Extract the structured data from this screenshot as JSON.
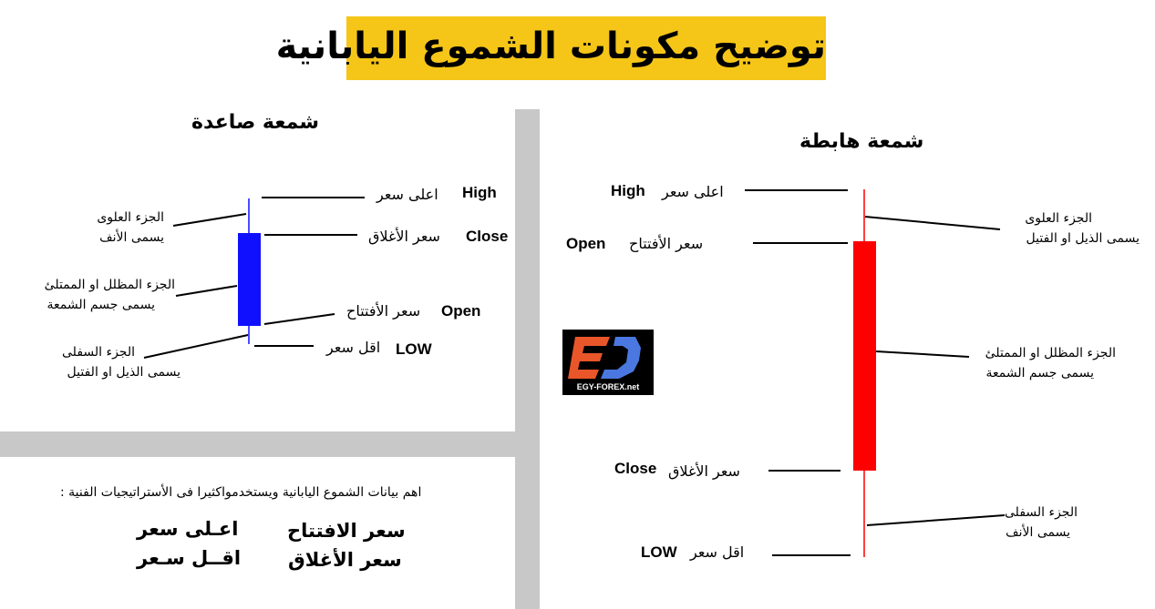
{
  "title": "توضيح مكونات الشموع اليابانية",
  "colors": {
    "title_bg": "#f5c518",
    "bullish_body": "#1010ff",
    "bearish_body": "#ff0000",
    "divider": "#c8c8c8"
  },
  "bullish": {
    "heading": "شمعة صاعدة",
    "high": {
      "en": "High",
      "ar": "اعلى سعر"
    },
    "close": {
      "en": "Close",
      "ar": "سعر الأغلاق"
    },
    "open": {
      "en": "Open",
      "ar": "سعر الأفتتاح"
    },
    "low": {
      "en": "LOW",
      "ar": "اقل سعر"
    },
    "upper_part": {
      "line1": "الجزء العلوى",
      "line2": "يسمى الأنف"
    },
    "body_part": {
      "line1": "الجزء المظلل او الممتلئ",
      "line2": "يسمى جسم الشمعة"
    },
    "lower_part": {
      "line1": "الجزء السفلى",
      "line2": "يسمى الذيل او الفتيل"
    }
  },
  "bearish": {
    "heading": "شمعة هابطة",
    "high": {
      "en": "High",
      "ar": "اعلى سعر"
    },
    "open": {
      "en": "Open",
      "ar": "سعر الأفتتاح"
    },
    "close": {
      "en": "Close",
      "ar": "سعر الأغلاق"
    },
    "low": {
      "en": "LOW",
      "ar": "اقل سعر"
    },
    "upper_part": {
      "line1": "الجزء العلوى",
      "line2": "يسمى الذيل او الفتيل"
    },
    "body_part": {
      "line1": "الجزء المظلل او الممتلئ",
      "line2": "يسمى جسم الشمعة"
    },
    "lower_part": {
      "line1": "الجزء السفلى",
      "line2": "يسمى الأنف"
    }
  },
  "summary": {
    "note": "اهم بيانات الشموع اليابانية ويستخدمواكثيرا فى الأستراتيجيات الفنية :",
    "items": [
      "سعر الافتتاح",
      "اعـلى سعر",
      "سعر الأغلاق",
      "اقــل سـعر"
    ]
  },
  "logo": {
    "text": "EGY-FOREX.net"
  }
}
